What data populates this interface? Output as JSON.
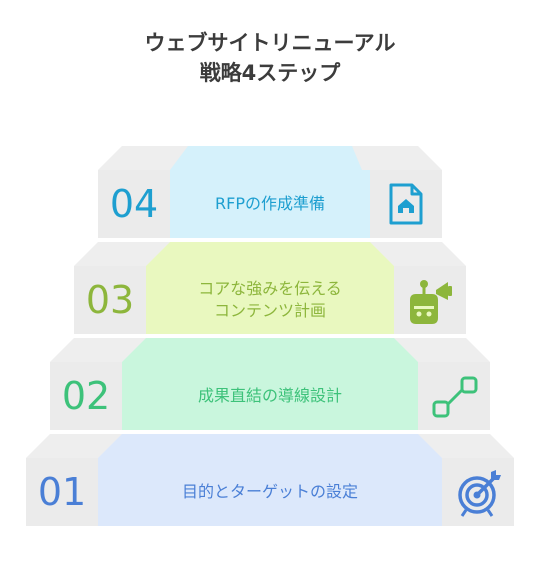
{
  "title_line1": "ウェブサイトリニューアル",
  "title_line2": "戦略4ステップ",
  "steps": [
    {
      "number": "04",
      "label": "RFPの作成準備",
      "icon": "document-home-icon",
      "color": "#1e9fd0",
      "fill": "#d5f1fb"
    },
    {
      "number": "03",
      "label_line1": "コアな強みを伝える",
      "label_line2": "コンテンツ計画",
      "icon": "robot-megaphone-icon",
      "color": "#8db63c",
      "fill": "#e9f8bf"
    },
    {
      "number": "02",
      "label": "成果直結の導線設計",
      "icon": "connected-nodes-icon",
      "color": "#3dc27a",
      "fill": "#c9f6dd"
    },
    {
      "number": "01",
      "label": "目的とターゲットの設定",
      "icon": "target-arrow-icon",
      "color": "#4a7fd6",
      "fill": "#dce8fb"
    }
  ]
}
